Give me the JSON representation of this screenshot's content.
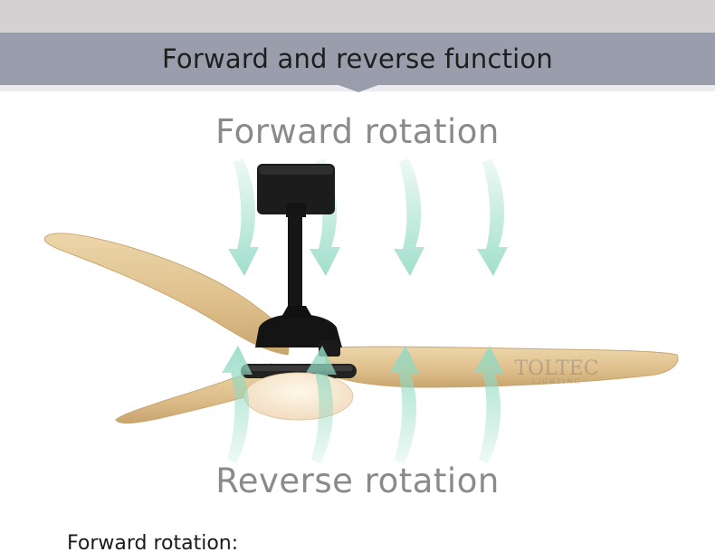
{
  "header": {
    "title": "Forward and reverse function"
  },
  "labels": {
    "forward": "Forward rotation",
    "reverse": "Reverse rotation"
  },
  "caption": {
    "text": "Forward rotation:"
  },
  "watermark": {
    "brand": "TOLTEC",
    "sub": "LIGHTING"
  },
  "icons": {
    "down_arrows": "airflow-down-arrow-icon",
    "up_arrows": "airflow-up-arrow-icon"
  },
  "colors": {
    "band": "#9a9dab",
    "band_top": "#d5d1d3",
    "arrow": "#8fd9c2",
    "wood": "#e3c796",
    "metal": "#1c1c1c",
    "label_text": "#8a8a8a"
  }
}
